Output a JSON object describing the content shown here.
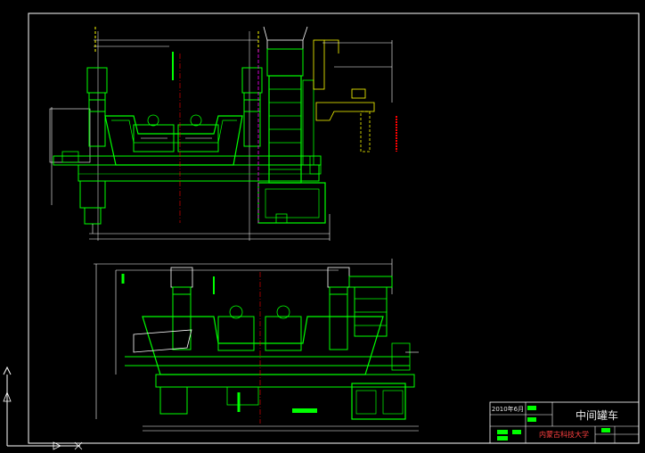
{
  "drawing": {
    "title": "中间罐车",
    "school": "内蒙古科技大学",
    "date": "2010年6月"
  },
  "colors": {
    "background": "#000000",
    "main_lines": "#00ff00",
    "dimensions": "#ffffff",
    "accents": "#ffff00",
    "highlights": "#ff00ff",
    "centerlines": "#ff0000"
  },
  "icons": {
    "ucs_icon": "ucs-axis-icon",
    "model_tab": "triangle-icon"
  }
}
